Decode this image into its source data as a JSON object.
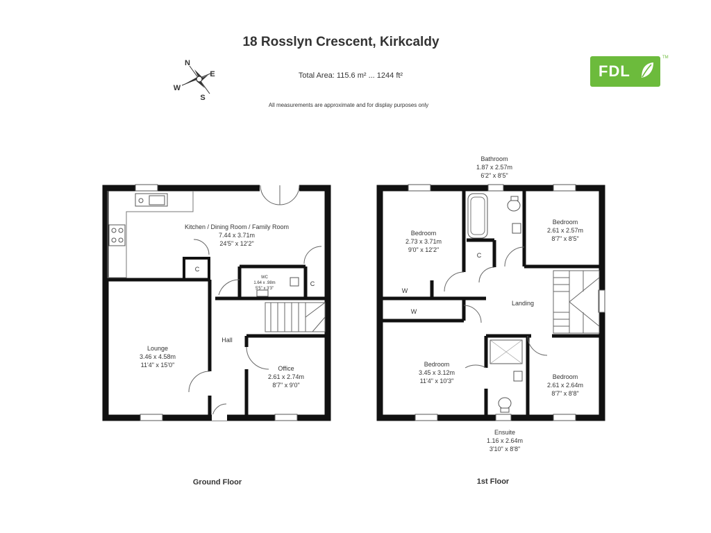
{
  "header": {
    "title": "18 Rosslyn Crescent, Kirkcaldy",
    "total_area": "Total Area: 115.6 m² ... 1244 ft²",
    "disclaimer": "All measurements are approximate and for display purposes only"
  },
  "compass": {
    "n": "N",
    "e": "E",
    "s": "S",
    "w": "W"
  },
  "logo": {
    "text": "FDL",
    "tm": "TM",
    "color": "#6cbb3c"
  },
  "ground_floor": {
    "label": "Ground Floor",
    "kitchen": {
      "name": "Kitchen / Dining Room / Family Room",
      "metric": "7.44 x 3.71m",
      "imperial": "24'5\" x 12'2\""
    },
    "lounge": {
      "name": "Lounge",
      "metric": "3.46 x 4.58m",
      "imperial": "11'4\" x 15'0\""
    },
    "hall": {
      "name": "Hall"
    },
    "office": {
      "name": "Office",
      "metric": "2.61 x 2.74m",
      "imperial": "8'7\" x 9'0\""
    },
    "wc": {
      "name": "WC",
      "metric": "1.64 x .98m",
      "imperial": "5'5\" x 3'3\""
    },
    "cupboard_1": "C",
    "cupboard_2": "C"
  },
  "first_floor": {
    "label": "1st Floor",
    "bathroom": {
      "name": "Bathroom",
      "metric": "1.87 x 2.57m",
      "imperial": "6'2\" x 8'5\""
    },
    "bedroom_1": {
      "name": "Bedroom",
      "metric": "2.73 x 3.71m",
      "imperial": "9'0\" x 12'2\""
    },
    "bedroom_2": {
      "name": "Bedroom",
      "metric": "2.61 x 2.57m",
      "imperial": "8'7\" x 8'5\""
    },
    "bedroom_3": {
      "name": "Bedroom",
      "metric": "3.45 x 3.12m",
      "imperial": "11'4\" x 10'3\""
    },
    "bedroom_4": {
      "name": "Bedroom",
      "metric": "2.61 x 2.64m",
      "imperial": "8'7\" x 8'8\""
    },
    "landing": {
      "name": "Landing"
    },
    "ensuite": {
      "name": "Ensuite",
      "metric": "1.16 x 2.64m",
      "imperial": "3'10\" x 8'8\""
    },
    "cupboard": "C",
    "wardrobe_1": "W",
    "wardrobe_2": "W"
  }
}
